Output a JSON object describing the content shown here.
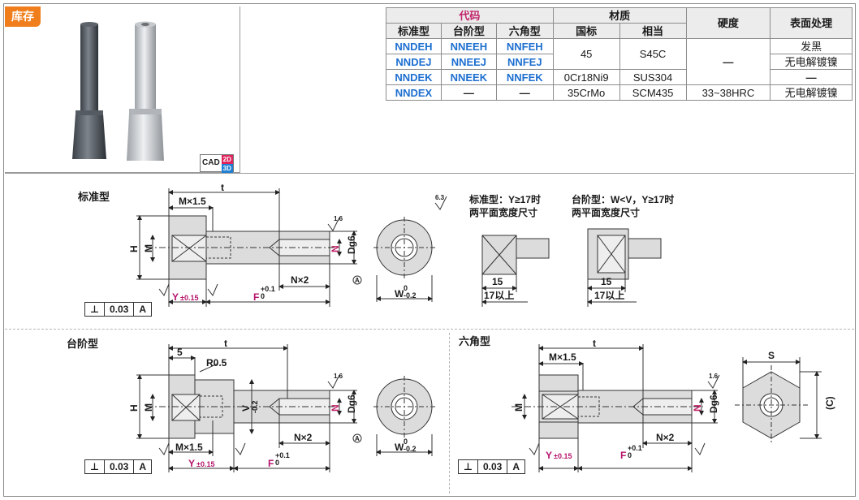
{
  "stock_tag": "库存",
  "cad_badge": {
    "main": "CAD",
    "top": "2D",
    "bottom": "3D"
  },
  "table": {
    "header": {
      "code": "代码",
      "material": "材质",
      "hardness": "硬度",
      "surface": "表面处理",
      "standard": "标准型",
      "step": "台阶型",
      "hex": "六角型",
      "gb": "国标",
      "equiv": "相当"
    },
    "rows": [
      {
        "std": "NNDEH",
        "step": "NNEEH",
        "hex": "NNFEH",
        "surface": "发黑"
      },
      {
        "std": "NNDEJ",
        "step": "NNEEJ",
        "hex": "NNFEJ",
        "surface": "无电解镀镍"
      },
      {
        "std": "NNDEK",
        "step": "NNEEK",
        "hex": "NNFEK",
        "gb": "0Cr18Ni9",
        "equiv": "SUS304",
        "surface": "—"
      },
      {
        "std": "NNDEX",
        "step": "—",
        "hex": "—",
        "gb": "35CrMo",
        "equiv": "SCM435",
        "hardness": "33~38HRC",
        "surface": "无电解镀镍"
      }
    ],
    "merged_gb": "45",
    "merged_equiv": "S45C",
    "merged_hardness": "—"
  },
  "sections": {
    "standard": "标准型",
    "step": "台阶型",
    "hex": "六角型"
  },
  "notes": {
    "std_flat_1": "标准型：Y≥17时",
    "std_flat_2": "两平面宽度尺寸",
    "step_flat_1": "台阶型：W<V，Y≥17时",
    "step_flat_2": "两平面宽度尺寸"
  },
  "dims": {
    "t": "t",
    "Mx15": "M×1.5",
    "H": "H",
    "M": "M",
    "N": "N",
    "Dg6": "Dg6",
    "Nx2": "N×2",
    "Y": "Y",
    "Ytol": "±0.15",
    "F": "F",
    "Ftol_up": "+0.1",
    "Ftol_lo": "0",
    "W": "W",
    "Wtol_up": "0",
    "Wtol_lo": "-0.2",
    "V": "V",
    "Vtol": "-0.2",
    "R": "R0.5",
    "five": "5",
    "fifteen": "15",
    "seventeen": "17以上",
    "S": "S",
    "C": "(C)",
    "A": "A",
    "rough16": "1.6",
    "rough63": "6.3"
  },
  "tolerance_frame": {
    "symbol": "⊥",
    "value": "0.03",
    "datum": "A"
  },
  "colors": {
    "tag": "#f07e1c",
    "code": "#1d6fd0",
    "code_head": "#c0246a",
    "dim_magenta": "#b5136b"
  }
}
